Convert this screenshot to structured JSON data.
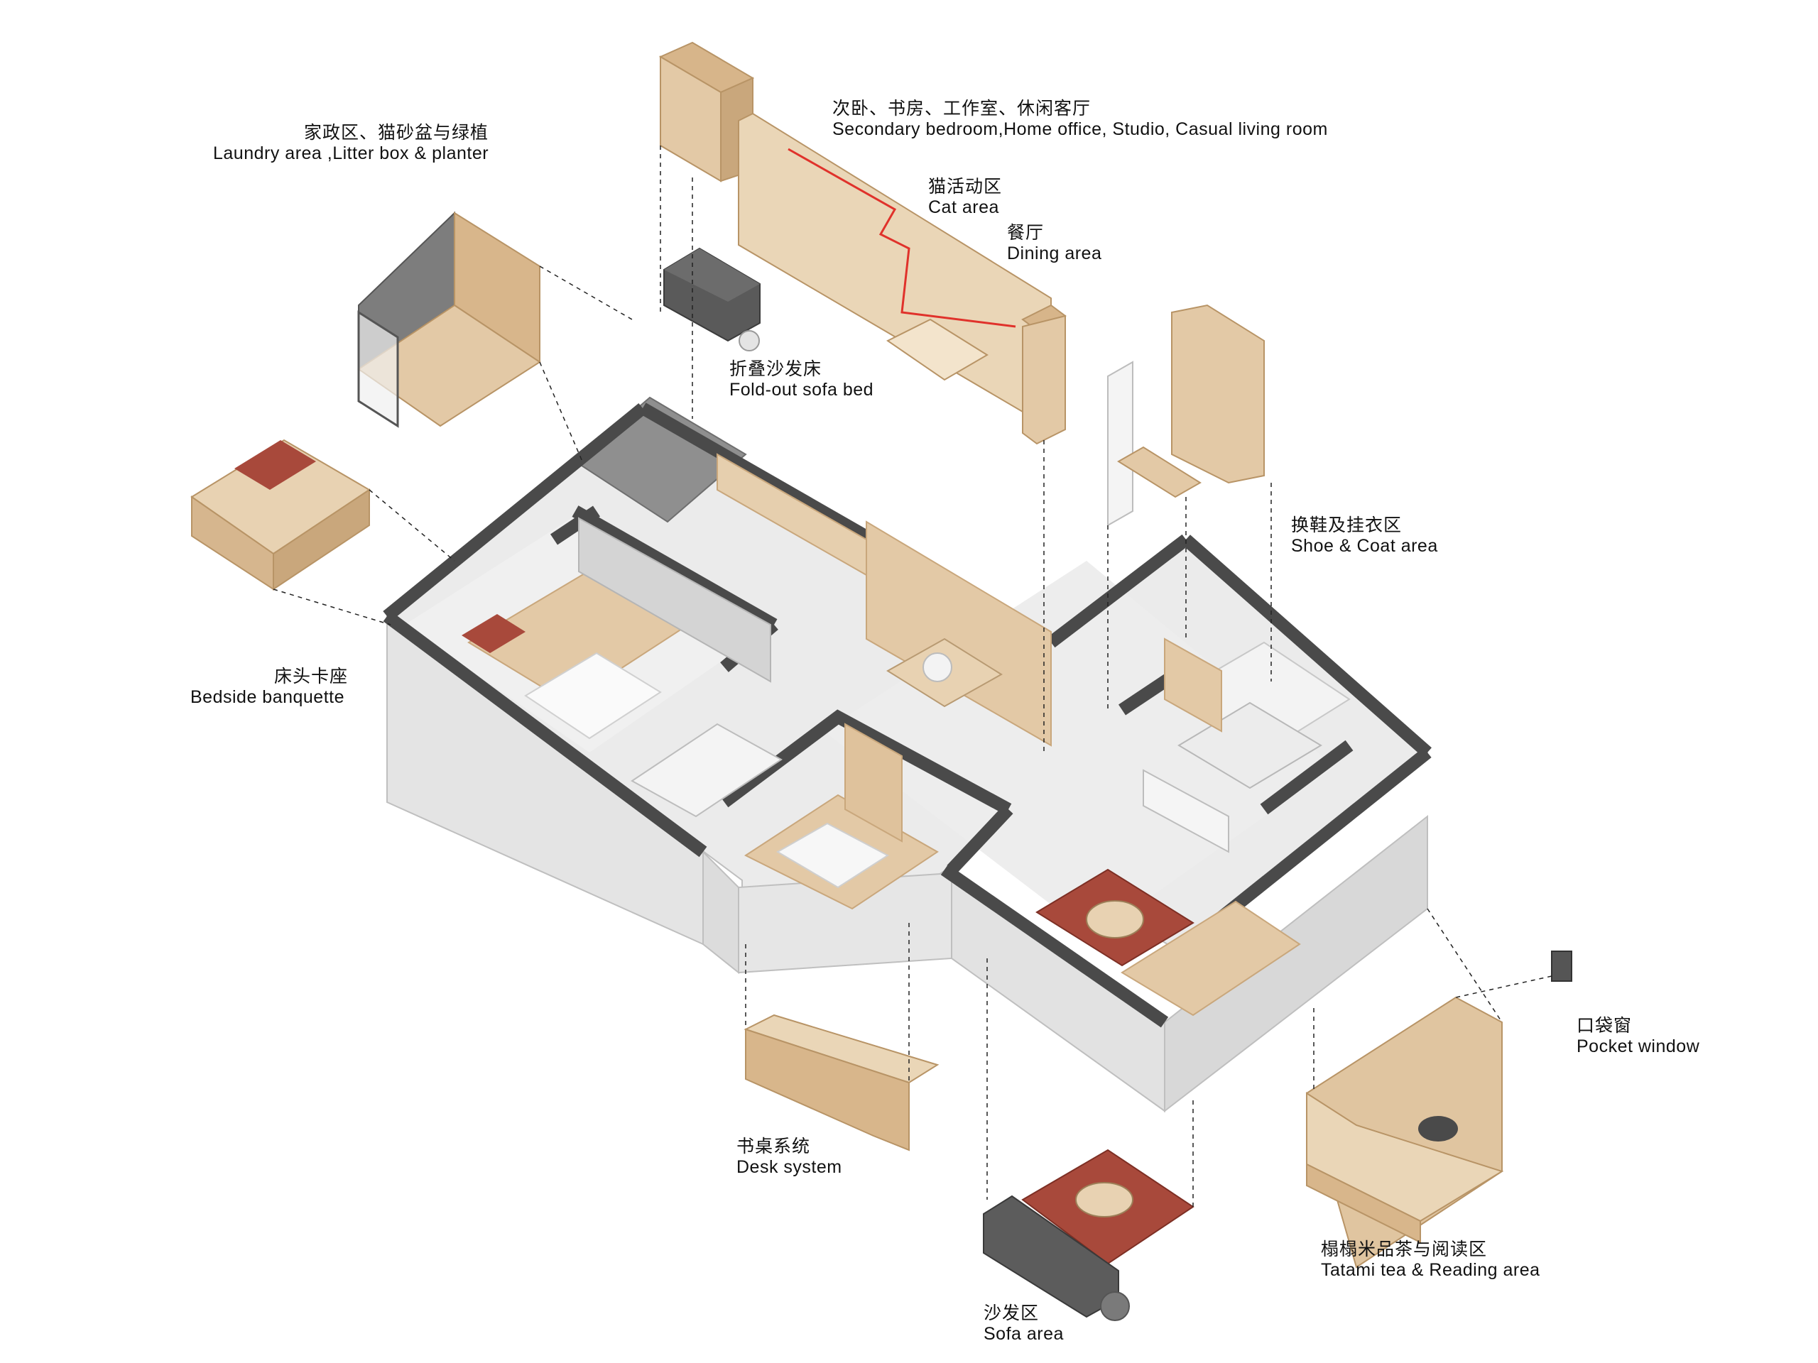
{
  "colors": {
    "wall": "#4a4a4a",
    "wall_dark": "#333333",
    "floor": "#ededed",
    "wood": "#e3c9a6",
    "wood_dark": "#c9a77c",
    "wood_side": "#d6b68e",
    "concrete": "#8c8c8c",
    "rug": "#a8493b",
    "side_wall": "#dedede",
    "leader": "#222222",
    "path": "#e0322b"
  },
  "labels": {
    "laundry": {
      "zh": "家政区、猫砂盆与绿植",
      "en": "Laundry area ,Litter box & planter"
    },
    "secondary": {
      "zh": "次卧、书房、工作室、休闲客厅",
      "en": "Secondary bedroom,Home office, Studio, Casual living room"
    },
    "cat": {
      "zh": "猫活动区",
      "en": "Cat area"
    },
    "dining": {
      "zh": "餐厅",
      "en": "Dining area"
    },
    "sofa_bed": {
      "zh": "折叠沙发床",
      "en": "Fold-out sofa bed"
    },
    "shoe": {
      "zh": "换鞋及挂衣区",
      "en": "Shoe & Coat area"
    },
    "bedside": {
      "zh": "床头卡座",
      "en": "Bedside banquette"
    },
    "pocket": {
      "zh": "口袋窗",
      "en": "Pocket window"
    },
    "desk": {
      "zh": "书桌系统",
      "en": "Desk system"
    },
    "tatami": {
      "zh": "榻榻米品茶与阅读区",
      "en": "Tatami tea & Reading area"
    },
    "sofa": {
      "zh": "沙发区",
      "en": "Sofa area"
    }
  }
}
